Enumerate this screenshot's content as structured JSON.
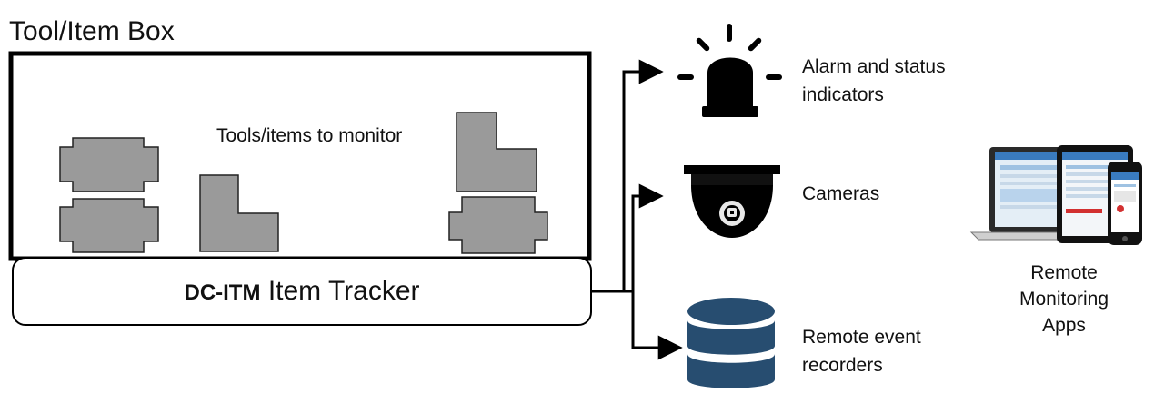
{
  "box": {
    "title": "Tool/Item Box",
    "caption": "Tools/items to monitor"
  },
  "tracker": {
    "brand": "DC-ITM",
    "name": "Item Tracker"
  },
  "outputs": {
    "alarm": {
      "line1": "Alarm and status",
      "line2": "indicators",
      "icon": "alarm-light-icon"
    },
    "camera": {
      "line1": "Cameras",
      "icon": "dome-camera-icon"
    },
    "recorder": {
      "line1": "Remote event",
      "line2": "recorders",
      "icon": "database-icon"
    }
  },
  "apps": {
    "line1": "Remote",
    "line2": "Monitoring",
    "line3": "Apps",
    "icon": "devices-icon"
  },
  "colors": {
    "item_fill": "#9a9a9a",
    "database": "#274d70",
    "lines": "#000000"
  }
}
